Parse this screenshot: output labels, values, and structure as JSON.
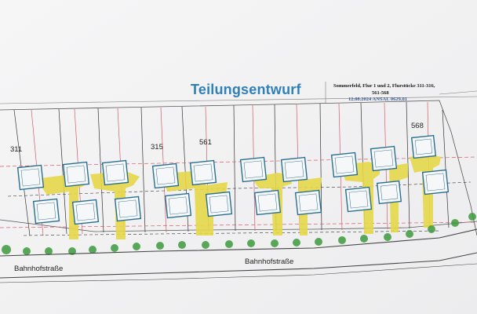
{
  "title": "Teilungsentwurf",
  "meta": {
    "line1": "Sommerfeld, Flur 1 und 2, Flurstücke 311-316,",
    "line2": "561-568",
    "line3": "12.08.2024 ANSAL  0629.01"
  },
  "lots": {
    "l311": "311",
    "l315": "315",
    "l561": "561",
    "l568": "568"
  },
  "street": {
    "left": "Bahnhofstraße",
    "center": "Bahnhofstraße"
  },
  "colors": {
    "title": "#2f7fb8",
    "house_outline": "#2a6f8f",
    "driveway": "#e6d84a",
    "boundary_red": "#d65a6a",
    "tree_green": "#3e9a3e"
  }
}
